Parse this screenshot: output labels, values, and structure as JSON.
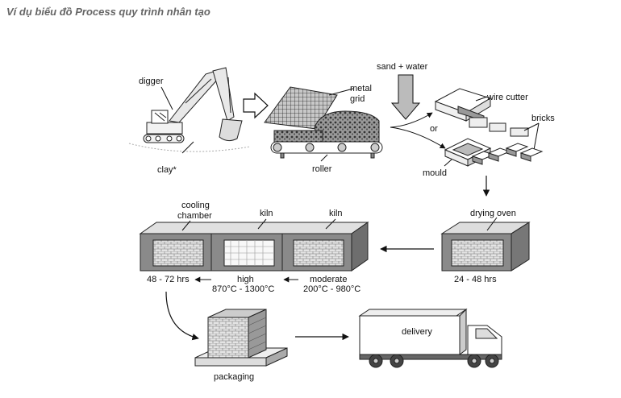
{
  "caption": "Ví dụ biểu đồ Process quy trình nhân tạo",
  "labels": {
    "digger": "digger",
    "clay": "clay*",
    "metal": "metal",
    "grid": "grid",
    "roller": "roller",
    "sand_water": "sand + water",
    "or": "or",
    "wire_cutter": "wire cutter",
    "bricks": "bricks",
    "mould": "mould",
    "drying_oven": "drying oven",
    "drying_time": "24 - 48 hrs",
    "cooling": "cooling",
    "chamber": "chamber",
    "kiln_1": "kiln",
    "kiln_2": "kiln",
    "cool_time": "48 - 72 hrs",
    "high": "high",
    "high_temp": "870°C - 1300°C",
    "moderate": "moderate",
    "moderate_temp": "200°C - 980°C",
    "packaging": "packaging",
    "delivery": "delivery"
  }
}
